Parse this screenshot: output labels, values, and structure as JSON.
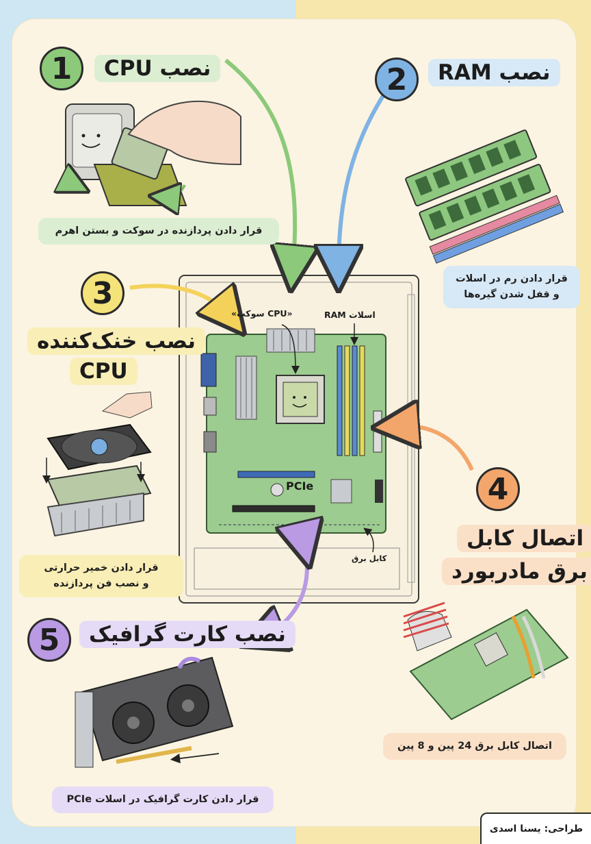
{
  "steps": [
    {
      "number": "1",
      "title": "نصب CPU",
      "caption": "قرار دادن پردازنده در سوکت و بستن اهرم",
      "color": "#8cc97a",
      "caption_bg": "#dceed2"
    },
    {
      "number": "2",
      "title": "نصب RAM",
      "caption_line1": "قرار دادن رم در اسلات",
      "caption_line2": "و قفل شدن گیره‌ها",
      "color": "#7fb3e4",
      "caption_bg": "#d7e8f6"
    },
    {
      "number": "3",
      "title_line1": "نصب خنک‌کننده",
      "title_line2": "CPU",
      "caption_line1": "قرار دادن خمیر حرارتی",
      "caption_line2": "و نصب فن پردازنده",
      "color": "#f4e37a",
      "caption_bg": "#f9eeb6"
    },
    {
      "number": "4",
      "title_line1": "اتصال کابل",
      "title_line2": "برق مادربورد",
      "caption": "اتصال کابل برق 24 پین و 8 پین",
      "color": "#f3a66b",
      "caption_bg": "#fbe0c8"
    },
    {
      "number": "5",
      "title": "نصب کارت گرافیک",
      "caption": "قرار دادن کارت گرافیک در اسلات PCIe",
      "color": "#b99ae3",
      "caption_bg": "#e6dbf6"
    }
  ],
  "diagram_labels": {
    "cpu_socket": "«سوکت CPU»",
    "ram_slots": "اسلات RAM",
    "pcie": "PCIe",
    "power_cable": "کابل برق"
  },
  "credit": "طراحی: یسنا اسدی"
}
